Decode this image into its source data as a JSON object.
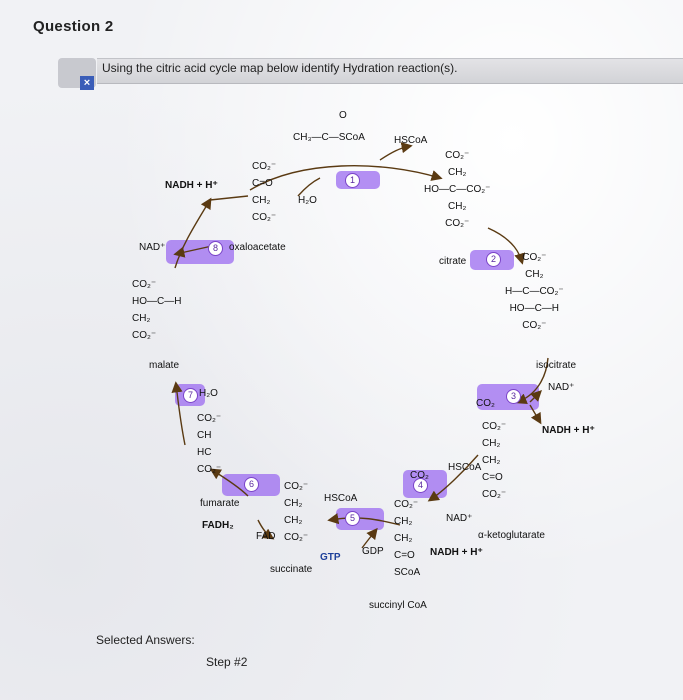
{
  "question": {
    "title": "Question 2",
    "prompt": "Using the citric acid cycle map below identify Hydration reaction(s).",
    "close_glyph": "×"
  },
  "diagram": {
    "acetyl_coa": "CH₃—C—SCoA",
    "acetyl_o": "O",
    "hscoa_top": "HSCoA",
    "h2o_top": "H₂O",
    "oxaloacetate_name": "oxaloacetate",
    "oxaloacetate_lines": [
      "CO₂⁻",
      "C=O",
      "CH₂",
      "CO₂⁻"
    ],
    "nadh_top": "NADH + H⁺",
    "nad_left": "NAD⁺",
    "citrate_name": "citrate",
    "citrate_lines": [
      "CO₂⁻",
      "CH₂",
      "HO—C—CO₂⁻",
      "CH₂",
      "CO₂⁻"
    ],
    "isocitrate_name": "isocitrate",
    "isocitrate_lines": [
      "CO₂⁻",
      "CH₂",
      "H—C—CO₂⁻",
      "HO—C—H",
      "CO₂⁻"
    ],
    "co2_step3": "CO₂",
    "nad_step3": "NAD⁺",
    "nadh_step3": "NADH + H⁺",
    "akg_name": "α-ketoglutarate",
    "akg_lines": [
      "CO₂⁻",
      "CH₂",
      "CH₂",
      "C=O",
      "CO₂⁻"
    ],
    "hscoa_step4": "HSCoA",
    "co2_step4": "CO₂",
    "nad_step4": "NAD⁺",
    "nadh_step4": "NADH + H⁺",
    "succinyl_name": "succinyl CoA",
    "succinyl_lines": [
      "CO₂⁻",
      "CH₂",
      "CH₂",
      "C=O",
      "SCoA"
    ],
    "gdp": "GDP",
    "gtp": "GTP",
    "hscoa_step5": "HSCoA",
    "succinate_name": "succinate",
    "succinate_lines": [
      "CO₂⁻",
      "CH₂",
      "CH₂",
      "CO₂⁻"
    ],
    "fad": "FAD",
    "fadh2": "FADH₂",
    "fumarate_name": "fumarate",
    "fumarate_lines": [
      "CO₂⁻",
      "CH",
      "HC",
      "CO₂⁻"
    ],
    "h2o_step7": "H₂O",
    "malate_name": "malate",
    "malate_lines": [
      "CO₂⁻",
      "HO—C—H",
      "CH₂",
      "CO₂⁻"
    ],
    "steps": [
      "1",
      "2",
      "3",
      "4",
      "5",
      "6",
      "7",
      "8"
    ],
    "highlight_color": "#9b6bf0",
    "arrow_color": "#5a3a12"
  },
  "answer": {
    "label": "Selected Answers:",
    "value": "Step #2"
  }
}
